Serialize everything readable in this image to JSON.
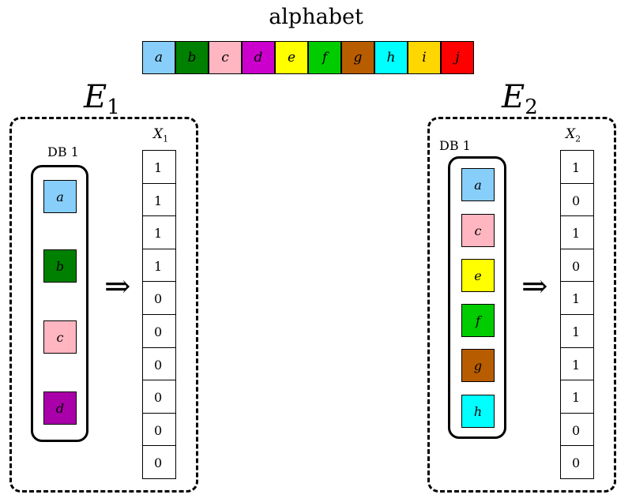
{
  "title": "alphabet",
  "alphabet": [
    {
      "letter": "a",
      "color": "#87cefa"
    },
    {
      "letter": "b",
      "color": "#008000"
    },
    {
      "letter": "c",
      "color": "#ffb6c1"
    },
    {
      "letter": "d",
      "color": "#cc00cc"
    },
    {
      "letter": "e",
      "color": "#ffff00"
    },
    {
      "letter": "f",
      "color": "#00cc00"
    },
    {
      "letter": "g",
      "color": "#b85c00"
    },
    {
      "letter": "h",
      "color": "#00ffff"
    },
    {
      "letter": "i",
      "color": "#ffd700"
    },
    {
      "letter": "j",
      "color": "#ff0000"
    }
  ],
  "examples": [
    {
      "name": "E",
      "subscript": "1",
      "db_label": "DB 1",
      "arrow": "⇒",
      "vector_label": "X",
      "vector_subscript": "1",
      "items": [
        {
          "letter": "a",
          "color": "#87cefa"
        },
        {
          "letter": "b",
          "color": "#008000"
        },
        {
          "letter": "c",
          "color": "#ffb6c1"
        },
        {
          "letter": "d",
          "color": "#aa00aa"
        }
      ],
      "vector": [
        "1",
        "1",
        "1",
        "1",
        "0",
        "0",
        "0",
        "0",
        "0",
        "0"
      ]
    },
    {
      "name": "E",
      "subscript": "2",
      "db_label": "DB 1",
      "arrow": "⇒",
      "vector_label": "X",
      "vector_subscript": "2",
      "items": [
        {
          "letter": "a",
          "color": "#87cefa"
        },
        {
          "letter": "c",
          "color": "#ffb6c1"
        },
        {
          "letter": "e",
          "color": "#ffff00"
        },
        {
          "letter": "f",
          "color": "#00cc00"
        },
        {
          "letter": "g",
          "color": "#b85c00"
        },
        {
          "letter": "h",
          "color": "#00ffff"
        }
      ],
      "vector": [
        "1",
        "0",
        "1",
        "0",
        "1",
        "1",
        "1",
        "1",
        "0",
        "0"
      ]
    }
  ]
}
